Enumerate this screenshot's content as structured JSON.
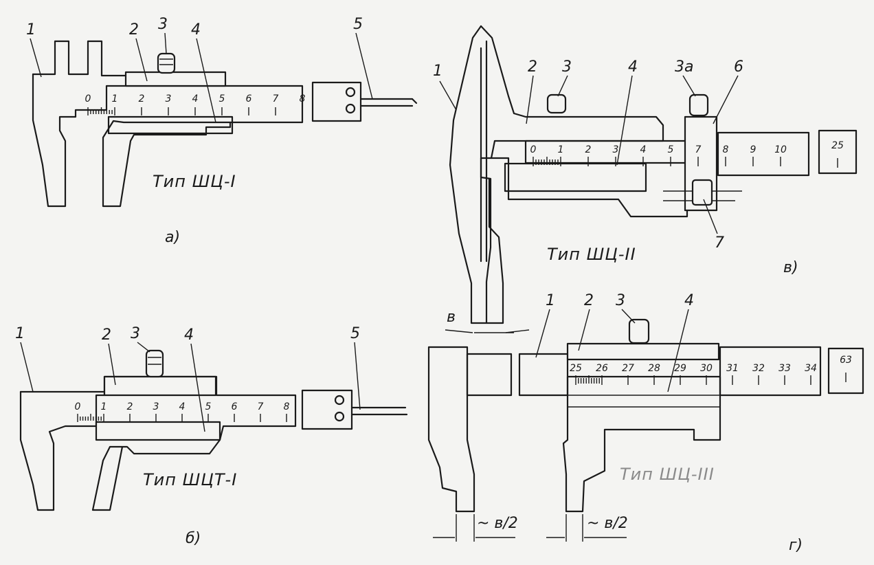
{
  "panels": {
    "a": {
      "panel_label": "а)",
      "title": "Тип ШЦ-I",
      "parts": [
        "1",
        "2",
        "3",
        "4",
        "5"
      ],
      "scale": [
        "0",
        "1",
        "2",
        "3",
        "4",
        "5",
        "6",
        "7",
        "8"
      ]
    },
    "b": {
      "panel_label": "б)",
      "title": "Тип ШЦТ-I",
      "parts": [
        "1",
        "2",
        "3",
        "4",
        "5"
      ],
      "scale": [
        "0",
        "1",
        "2",
        "3",
        "4",
        "5",
        "6",
        "7",
        "8"
      ]
    },
    "v": {
      "panel_label": "в)",
      "title": "Тип ШЦ-II",
      "parts": [
        "1",
        "2",
        "3",
        "4",
        "3а",
        "6",
        "7"
      ],
      "scale": [
        "0",
        "1",
        "2",
        "3",
        "4",
        "5",
        "7",
        "8",
        "9",
        "10"
      ],
      "far_scale": "25",
      "dim": "в"
    },
    "g": {
      "panel_label": "г)",
      "title": "Тип ШЦ-III",
      "parts": [
        "1",
        "2",
        "3",
        "4"
      ],
      "scale": [
        "25",
        "26",
        "27",
        "28",
        "29",
        "30",
        "31",
        "32",
        "33",
        "34"
      ],
      "far_scale": "63",
      "dim_left": "~ в/2",
      "dim_right": "~ в/2"
    }
  }
}
